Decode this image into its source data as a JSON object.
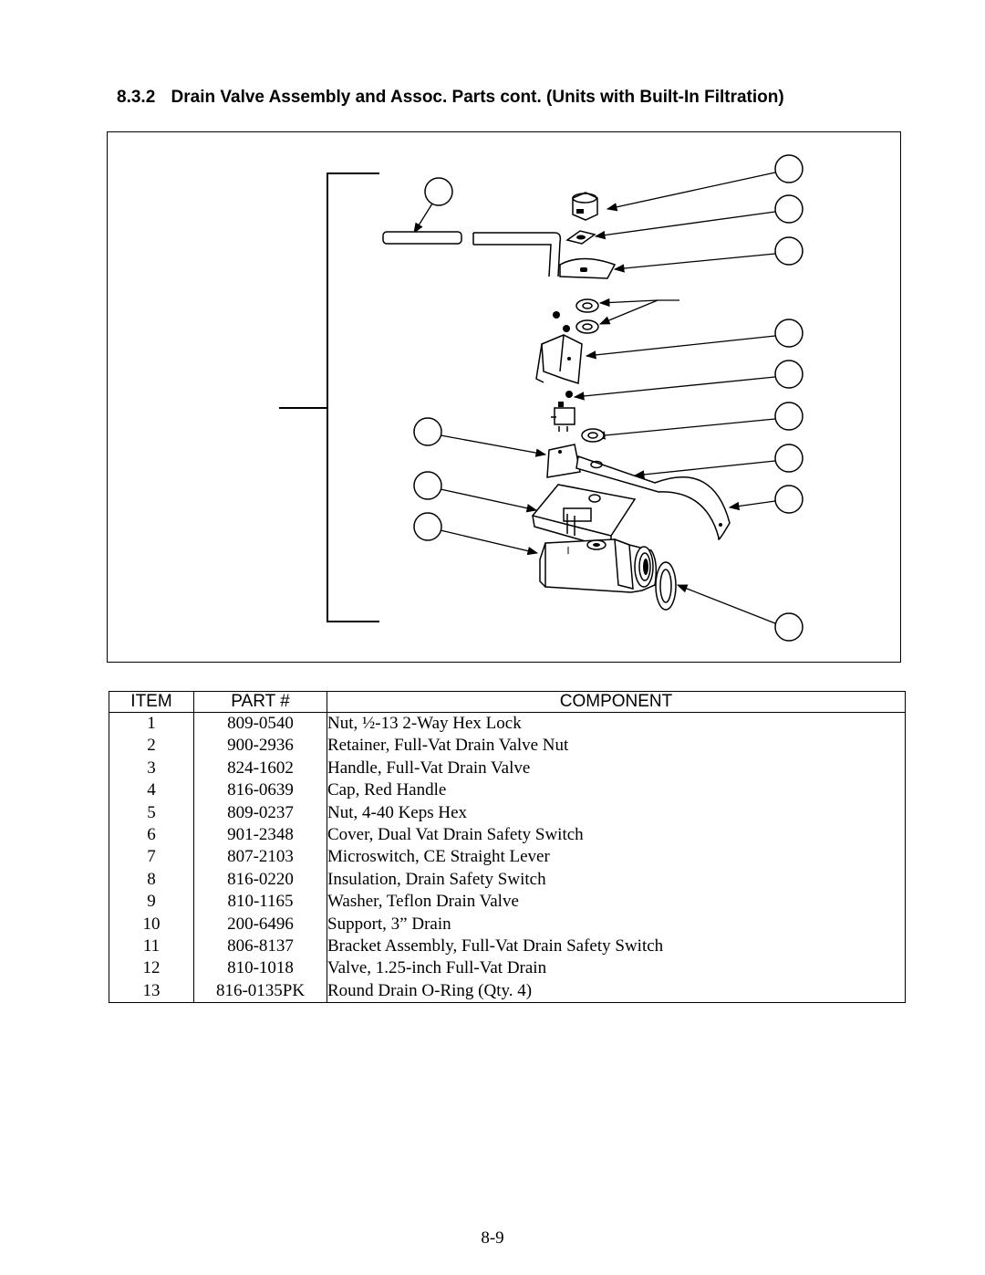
{
  "heading": {
    "number": "8.3.2",
    "title": "Drain Valve Assembly and Assoc. Parts cont. (Units with Built-In Filtration)"
  },
  "table": {
    "headers": {
      "item": "ITEM",
      "part": "PART #",
      "component": "COMPONENT"
    },
    "rows": [
      {
        "item": "1",
        "part": "809-0540",
        "component": "Nut, ½-13 2-Way Hex Lock"
      },
      {
        "item": "2",
        "part": "900-2936",
        "component": "Retainer, Full-Vat Drain Valve Nut"
      },
      {
        "item": "3",
        "part": "824-1602",
        "component": "Handle, Full-Vat Drain Valve"
      },
      {
        "item": "4",
        "part": "816-0639",
        "component": "Cap, Red Handle"
      },
      {
        "item": "5",
        "part": "809-0237",
        "component": "Nut, 4-40 Keps Hex"
      },
      {
        "item": "6",
        "part": "901-2348",
        "component": "Cover, Dual Vat Drain Safety Switch"
      },
      {
        "item": "7",
        "part": "807-2103",
        "component": "Microswitch, CE Straight Lever"
      },
      {
        "item": "8",
        "part": "816-0220",
        "component": "Insulation, Drain Safety Switch"
      },
      {
        "item": "9",
        "part": "810-1165",
        "component": "Washer, Teflon Drain Valve"
      },
      {
        "item": "10",
        "part": "200-6496",
        "component": "Support, 3” Drain"
      },
      {
        "item": "11",
        "part": "806-8137",
        "component": "Bracket Assembly, Full-Vat Drain Safety Switch"
      },
      {
        "item": "12",
        "part": "810-1018",
        "component": "Valve, 1.25-inch Full-Vat Drain"
      },
      {
        "item": "13",
        "part": "816-0135PK",
        "component": "Round Drain O-Ring (Qty. 4)"
      }
    ]
  },
  "page_number": "8-9"
}
